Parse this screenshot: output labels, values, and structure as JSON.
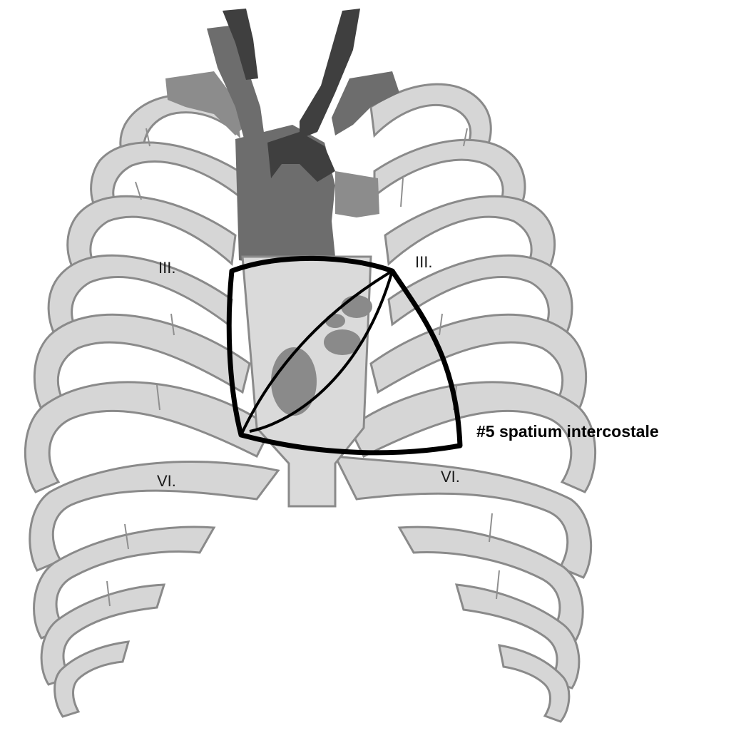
{
  "labels": {
    "rib_left_upper": "III.",
    "rib_right_upper": "III.",
    "rib_left_lower": "VI.",
    "rib_right_lower": "VI.",
    "annotation": "#5 spatium intercostale"
  },
  "colors": {
    "rib_fill": "#d6d6d6",
    "rib_stroke": "#8a8a8a",
    "vessel_dark": "#3f3f3f",
    "vessel_mid": "#6d6d6d",
    "outline": "#000000"
  }
}
